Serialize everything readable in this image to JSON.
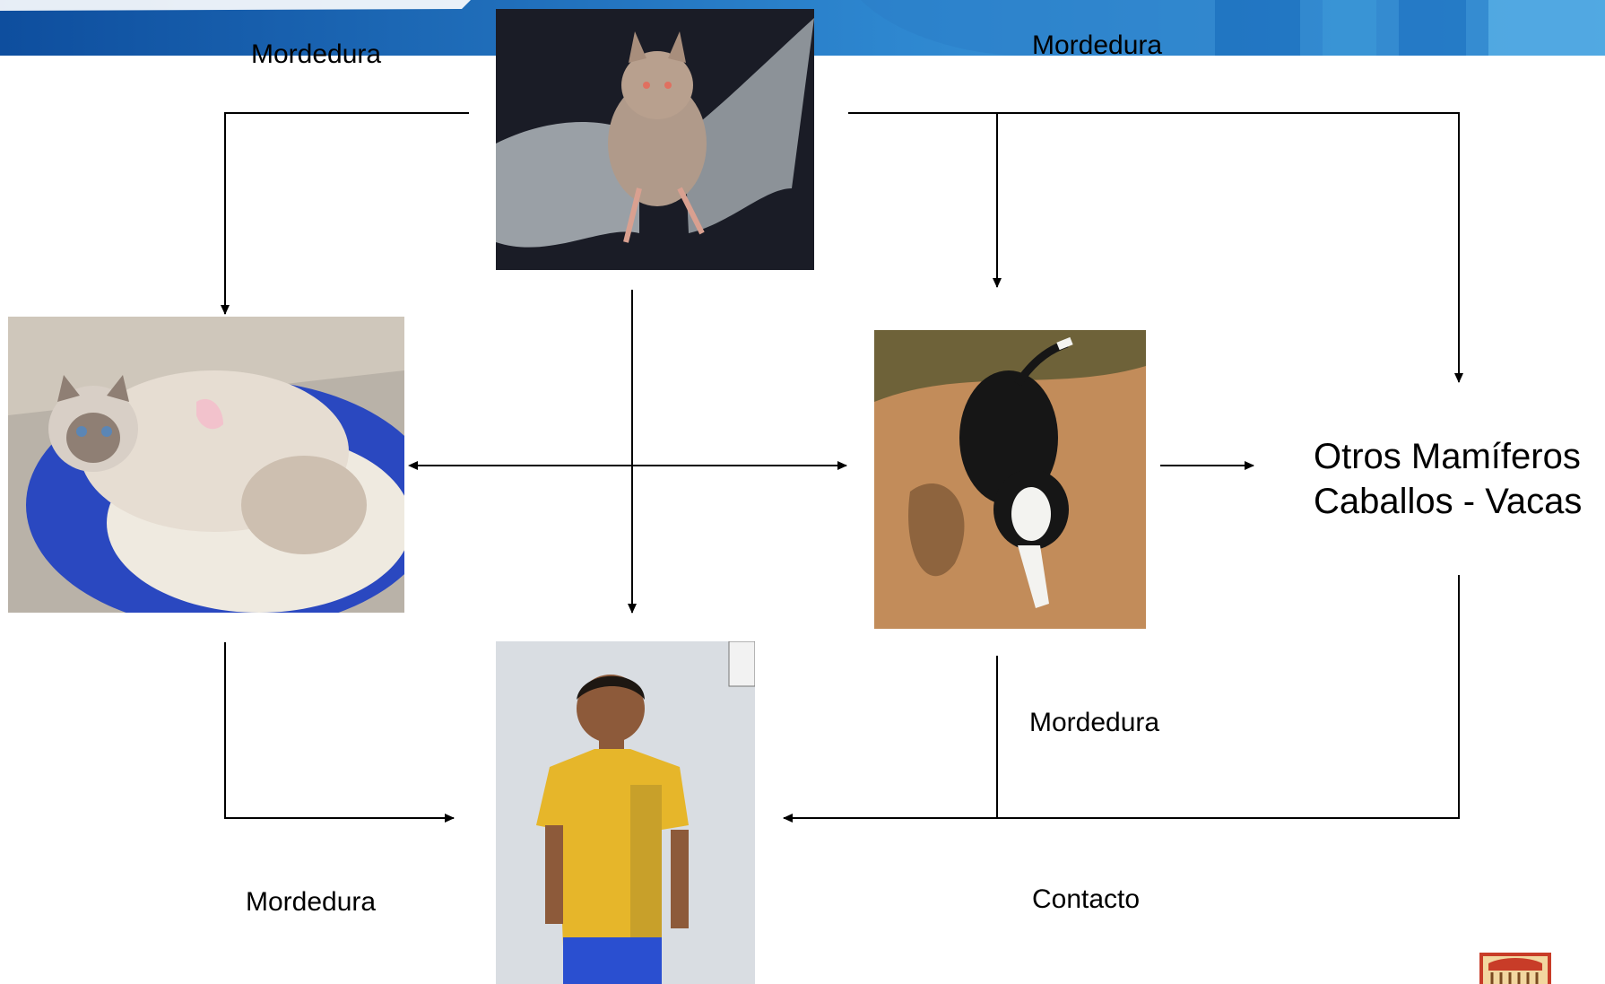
{
  "colors": {
    "banner_dark": "#1458a8",
    "banner_light": "#3a9ad8",
    "arrow": "#000000"
  },
  "labels": {
    "bat_to_cat": "Mordedura",
    "bat_to_dog": "Mordedura",
    "dog_to_child": "Mordedura",
    "cat_to_child": "Mordedura",
    "mammals_to_child": "Contacto"
  },
  "other_mammals": {
    "line1": "Otros Mamíferos",
    "line2": "Caballos - Vacas"
  },
  "photos": {
    "bat": "bat-photo",
    "cat": "cat-photo",
    "dog": "dog-photo",
    "child": "child-photo",
    "logo": "logo-icon"
  }
}
